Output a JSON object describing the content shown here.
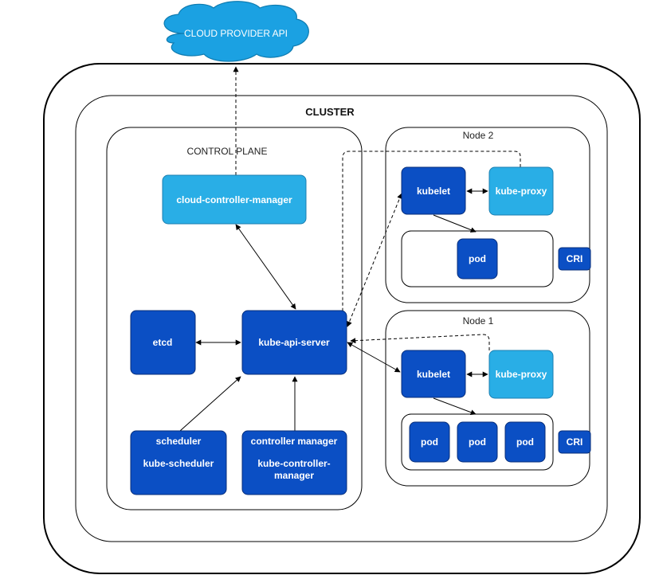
{
  "cloud": {
    "label": "CLOUD PROVIDER API"
  },
  "cluster": {
    "label": "CLUSTER"
  },
  "control_plane": {
    "label": "CONTROL PLANE",
    "cloud_controller_manager": "cloud-controller-manager",
    "etcd": "etcd",
    "kube_api_server": "kube-api-server",
    "scheduler": {
      "line1": "scheduler",
      "line2": "kube-scheduler"
    },
    "controller_manager": {
      "line1": "controller manager",
      "line2": "kube-controller-",
      "line3": "manager"
    }
  },
  "node2": {
    "label": "Node 2",
    "kubelet": "kubelet",
    "kube_proxy": "kube-proxy",
    "pods": [
      "pod"
    ],
    "cri": "CRI"
  },
  "node1": {
    "label": "Node 1",
    "kubelet": "kubelet",
    "kube_proxy": "kube-proxy",
    "pods": [
      "pod",
      "pod",
      "pod"
    ],
    "cri": "CRI"
  },
  "colors": {
    "dark_blue": "#0b4fc4",
    "dark_blue_border": "#072e7a",
    "light_blue": "#29aee6",
    "light_blue_border": "#1b7fb0",
    "cloud_fill": "#1ba1e2",
    "cloud_border": "#0e7bb0"
  }
}
